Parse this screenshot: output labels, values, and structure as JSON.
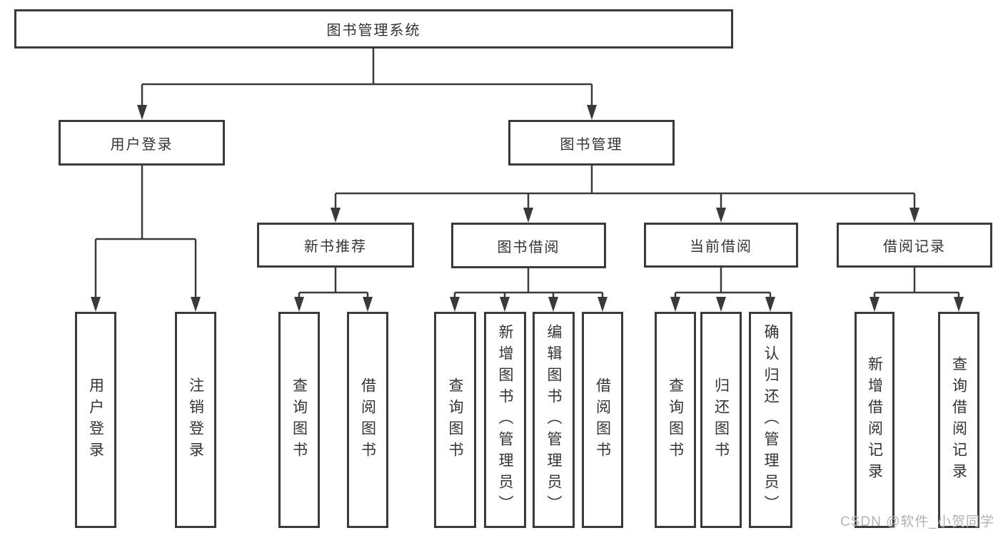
{
  "diagram": {
    "root": "图书管理系统",
    "user_login": {
      "label": "用户登录",
      "children": [
        "用户登录",
        "注销登录"
      ]
    },
    "book_mgmt": {
      "label": "图书管理",
      "sections": {
        "new_books": {
          "label": "新书推荐",
          "children": [
            "查询图书",
            "借阅图书"
          ]
        },
        "borrowing": {
          "label": "图书借阅",
          "children": [
            "查询图书",
            "新增图书（管理员）",
            "编辑图书（管理员）",
            "借阅图书"
          ]
        },
        "current": {
          "label": "当前借阅",
          "children": [
            "查询图书",
            "归还图书",
            "确认归还（管理员）"
          ]
        },
        "records": {
          "label": "借阅记录",
          "children": [
            "新增借阅记录",
            "查询借阅记录"
          ]
        }
      }
    },
    "watermark": "CSDN @软件_小贺同学",
    "colors": {
      "line": "#3a3a3a",
      "text": "#333333",
      "box_bg": "#ffffff",
      "watermark": "#b3b3b3"
    }
  }
}
